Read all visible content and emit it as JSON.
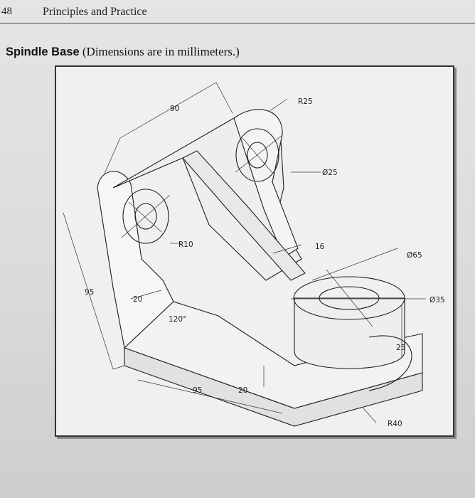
{
  "header": {
    "page_number": "48",
    "section_title": "Principles and Practice"
  },
  "heading": {
    "title": "Spindle Base",
    "subtitle": "(Dimensions are in millimeters.)"
  },
  "dimensions": {
    "r25": "R25",
    "d25": "Ø25",
    "w90": "90",
    "r10": "R10",
    "t16": "16",
    "d65": "Ø65",
    "d35": "Ø35",
    "h95": "95",
    "w20a": "20",
    "a120": "120°",
    "h25": "25",
    "l95": "95",
    "w20b": "20",
    "r40": "R40"
  }
}
